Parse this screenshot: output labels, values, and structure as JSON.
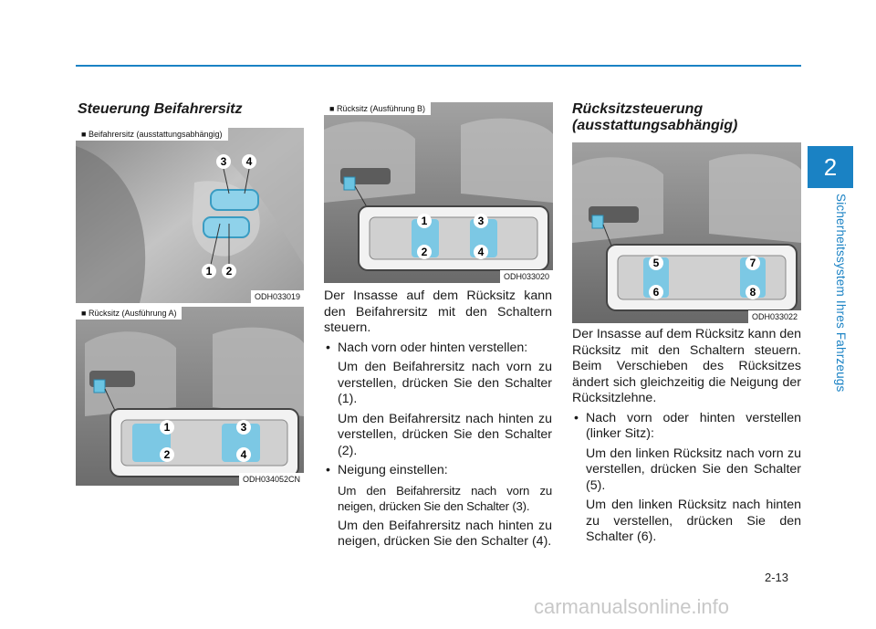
{
  "chapter": {
    "number": "2",
    "title": "Sicherheitssystem Ihres Fahrzeugs"
  },
  "col1": {
    "heading": "Steuerung Beifahrersitz",
    "fig1": {
      "caption": "Beifahrersitz (ausstattungsabhängig)",
      "code": "ODH033019",
      "callouts": [
        "1",
        "2",
        "3",
        "4"
      ]
    },
    "fig2": {
      "caption": "Rücksitz (Ausführung A)",
      "code": "ODH034052CN",
      "callouts": [
        "1",
        "2",
        "3",
        "4"
      ]
    }
  },
  "col2": {
    "fig": {
      "caption": "Rücksitz (Ausführung B)",
      "code": "ODH033020",
      "callouts": [
        "1",
        "2",
        "3",
        "4"
      ]
    },
    "intro": "Der Insasse auf dem Rücksitz kann den Beifahrersitz mit den Schaltern steuern.",
    "bullet1": "Nach vorn oder hinten verstellen:",
    "b1p1": "Um den Beifahrersitz nach vorn zu verstellen, drücken Sie den Schalter (1).",
    "b1p2": "Um den Beifahrersitz nach hinten zu verstellen, drücken Sie den Schalter (2).",
    "bullet2": "Neigung einstellen:",
    "b2p1": "Um den Beifahrersitz nach vorn zu neigen, drücken Sie den Schalter (3).",
    "b2p2": "Um den Beifahrersitz nach hinten zu neigen, drücken Sie den Schalter (4)."
  },
  "col3": {
    "heading_line1": "Rücksitzsteuerung",
    "heading_line2": "(ausstattungsabhängig)",
    "fig": {
      "code": "ODH033022",
      "callouts": [
        "5",
        "6",
        "7",
        "8"
      ]
    },
    "intro": "Der Insasse auf dem Rücksitz kann den Rücksitz mit den Schaltern steuern. Beim Verschieben des Rücksitzes ändert sich gleichzeitig die Neigung der Rücksitzlehne.",
    "bullet1": "Nach vorn oder hinten verstellen (linker Sitz):",
    "b1p1": "Um den linken Rücksitz nach vorn zu verstellen, drücken Sie den Schalter (5).",
    "b1p2": "Um den linken Rücksitz nach hinten zu verstellen, drücken Sie den Schalter (6)."
  },
  "page_number": "2-13",
  "watermark": "carmanualsonline.info"
}
